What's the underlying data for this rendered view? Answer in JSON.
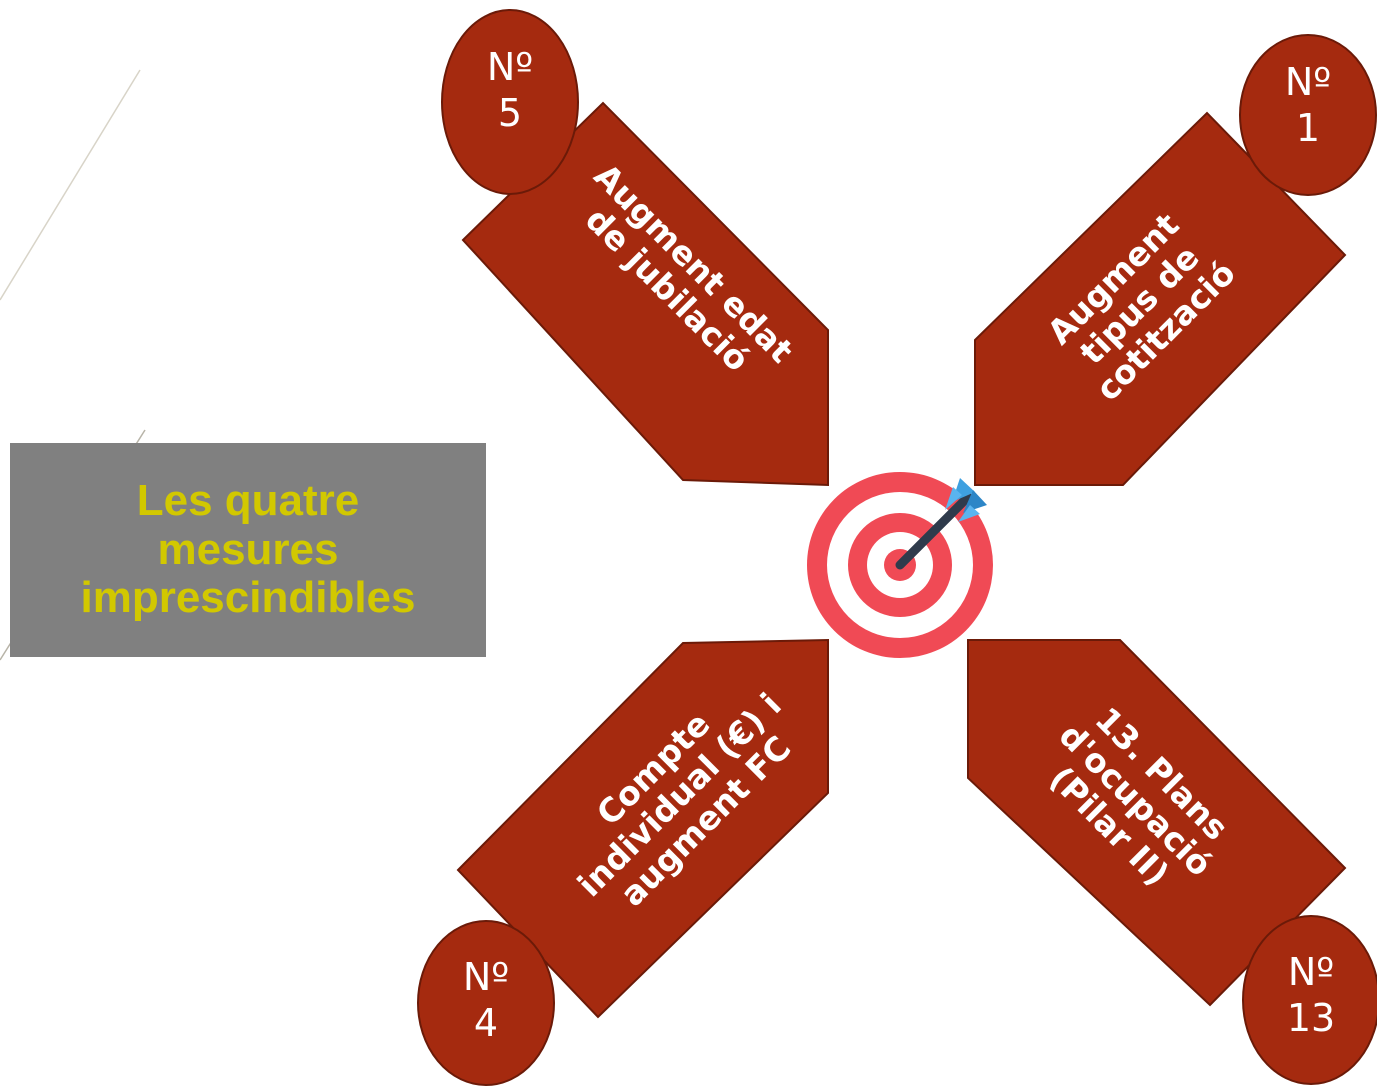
{
  "title": "Les quatre\nmesures\nimprescindibles",
  "measures": [
    {
      "badge": "Nº\n5",
      "label": "Augment edat\nde jubilació"
    },
    {
      "badge": "Nº\n1",
      "label": "Augment\ntipus de\ncotització"
    },
    {
      "badge": "Nº\n4",
      "label": "Compte\nindividual (€) i\naugment FC"
    },
    {
      "badge": "Nº\n13",
      "label": "13. Plans\nd'ocupació\n(Pilar II)"
    }
  ],
  "colors": {
    "arrow_fill": "#a52a0f",
    "arrow_stroke": "#6b1a08",
    "title_bg": "#808080",
    "title_text": "#d2c800",
    "target_red": "#f04a55",
    "target_white": "#ffffff",
    "dart_blue": "#3ea0e0"
  },
  "icons": {
    "center": "target-dart-icon"
  }
}
